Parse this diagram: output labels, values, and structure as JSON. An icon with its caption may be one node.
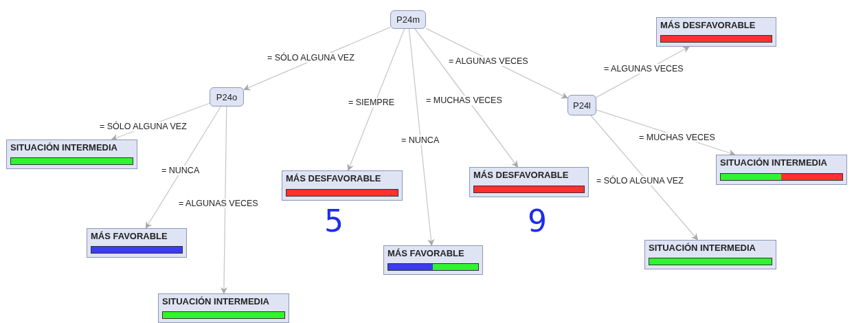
{
  "diagram": {
    "nodes": [
      {
        "text": [
          "P24m"
        ]
      },
      {
        "text": [
          "P24o"
        ]
      },
      {
        "text": [
          "SITUACIÓN INTERMEDIA"
        ]
      },
      {
        "text": [
          "MÁS FAVORABLE"
        ]
      },
      {
        "text": [
          "SITUACIÓN INTERMEDIA"
        ]
      },
      {
        "text": [
          "MÁS DESFAVORABLE"
        ],
        "beside": [
          "5"
        ]
      },
      {
        "text": [
          "MÁS FAVORABLE"
        ]
      },
      {
        "text": [
          "MÁS DESFAVORABLE"
        ],
        "beside": [
          "9"
        ]
      },
      {
        "text": [
          "P24l"
        ]
      },
      {
        "text": [
          "MÁS DESFAVORABLE"
        ]
      },
      {
        "text": [
          "SITUACIÓN INTERMEDIA"
        ]
      },
      {
        "text": [
          "SITUACIÓN INTERMEDIA"
        ]
      }
    ],
    "edges": [
      {
        "from": 0,
        "to": 1,
        "arrow": "to",
        "label": "= SÓLO ALGUNA VEZ"
      },
      {
        "from": 0,
        "to": 5,
        "arrow": "to",
        "label": "= SIEMPRE"
      },
      {
        "from": 0,
        "to": 6,
        "arrow": "to",
        "label": "= NUNCA"
      },
      {
        "from": 0,
        "to": 7,
        "arrow": "to",
        "label": "= MUCHAS VECES"
      },
      {
        "from": 0,
        "to": 8,
        "arrow": "to",
        "label": "= ALGUNAS VECES"
      },
      {
        "from": 1,
        "to": 2,
        "arrow": "to",
        "label": "= SÓLO ALGUNA VEZ"
      },
      {
        "from": 1,
        "to": 3,
        "arrow": "to",
        "label": "= NUNCA"
      },
      {
        "from": 1,
        "to": 4,
        "arrow": "to",
        "label": "= ALGUNAS VECES"
      },
      {
        "from": 8,
        "to": 9,
        "arrow": "to",
        "label": "= ALGUNAS VECES"
      },
      {
        "from": 8,
        "to": 10,
        "arrow": "to",
        "label": "= MUCHAS VECES"
      },
      {
        "from": 8,
        "to": 11,
        "arrow": "to",
        "label": "= SÓLO ALGUNA VEZ"
      }
    ]
  }
}
